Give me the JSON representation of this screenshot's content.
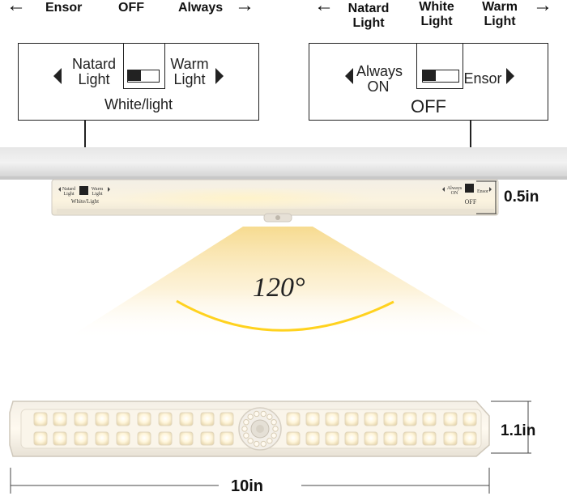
{
  "header_left": {
    "left_label": "Ensor",
    "middle_label": "OFF",
    "right_label": "Always"
  },
  "header_right": {
    "left_label": "Natard Light",
    "middle_label": "White Light",
    "right_label": "Warm Light"
  },
  "left_panel": {
    "left_text": "Natard Light",
    "right_text": "Warm Light",
    "bottom_text": "White/light"
  },
  "right_panel": {
    "left_text": "Always ON",
    "right_text": "Ensor",
    "bottom_text": "OFF"
  },
  "bar_labels": {
    "left_left": "Natard Light",
    "left_right": "Warm Light",
    "left_bottom": "White/Light",
    "right_left": "Always ON",
    "right_right": "Ensor",
    "right_bottom": "OFF"
  },
  "angle_label": "120°",
  "dimensions": {
    "thickness": "0.5in",
    "height": "1.1in",
    "length": "10in"
  },
  "icons": {
    "arrow_left": "←",
    "arrow_right": "→"
  },
  "colors": {
    "warm_light": "#f6d97a",
    "arc_yellow": "#ffd21f",
    "shelf_grey": "#d4d4d4"
  }
}
